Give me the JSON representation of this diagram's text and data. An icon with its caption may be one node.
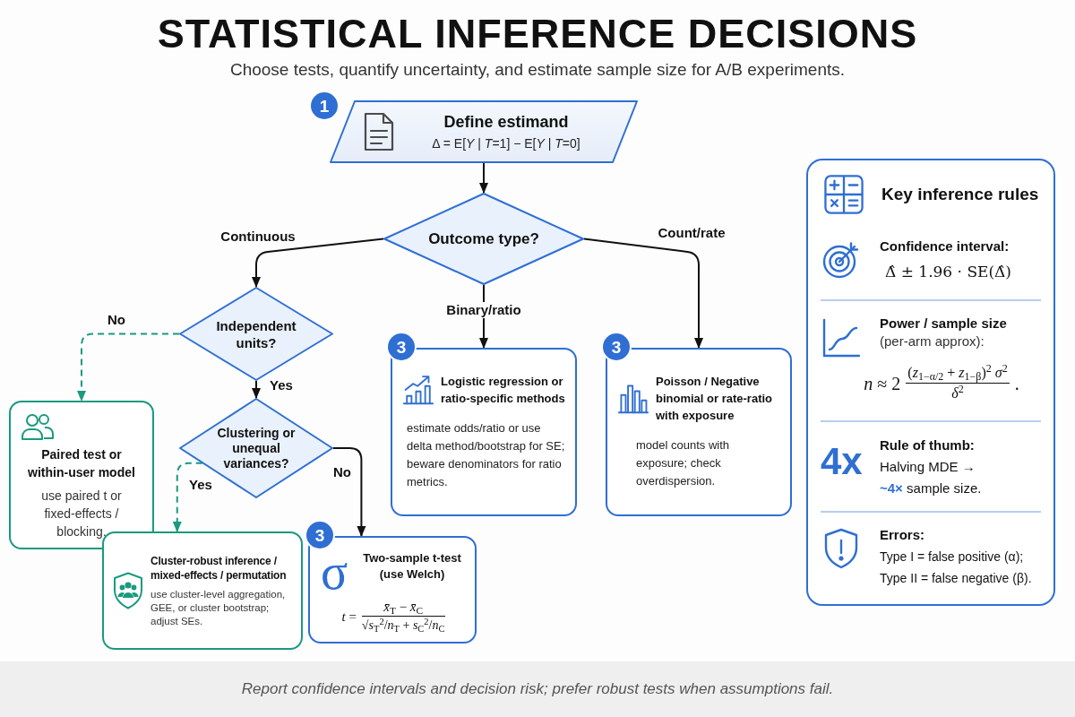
{
  "diagram": {
    "title": "STATISTICAL INFERENCE DECISIONS",
    "caption": "Report confidence intervals and decision risk; prefer robust tests when assumptions fail.",
    "nodes": [
      {
        "text": [
          "Define estimand",
          "Δ = E[*Y* | *T*=1] − E[*Y* | *T*=0]"
        ],
        "beside": [
          "1"
        ]
      },
      {
        "text": [
          "Outcome type?"
        ]
      },
      {
        "text": [
          "Independent units?"
        ]
      },
      {
        "text": [
          "Clustering or unequal variances?"
        ]
      },
      {
        "text": [
          "Paired test or within-user model",
          "use paired t or fixed-effects / blocking."
        ]
      },
      {
        "text": [
          "Cluster-robust inference / mixed-effects / permutation",
          "use cluster-level aggregation, GEE, or cluster bootstrap; adjust SEs."
        ]
      },
      {
        "text": [
          "Two-sample t-test (use Welch)",
          "σ",
          "*t* =",
          "*x̄*$_{T}$ − *x̄*$_{C}$",
          "√*s*$_{T}$$^{2}$/*n*$_{T}$ + *s*$_{C}$$^{2}$/*n*$_{C}$"
        ],
        "beside": [
          "3"
        ]
      },
      {
        "text": [
          "Logistic regression or ratio-specific methods",
          "estimate odds/ratio or use delta method/bootstrap for SE; beware denominators for ratio metrics."
        ],
        "beside": [
          "3"
        ]
      },
      {
        "text": [
          "Poisson / Negative binomial or rate-ratio with exposure",
          "model counts with exposure; check overdispersion."
        ],
        "beside": [
          "3"
        ]
      },
      {
        "text": [
          "Key inference rules",
          "Confidence interval:",
          "Δ̂ ± 1.96 · SE(Δ̂)",
          "Power / sample size",
          "(per-arm approx):",
          "*n* ≈ 2",
          "(*z*$_{1−α/2}$ + *z*$_{1−β}$)$^{2}$ *σ*$^{2}$",
          "*δ*$^{2}$",
          ".",
          "4x",
          "Rule of thumb:",
          "Halving MDE →",
          "**~4×** sample size.",
          "Errors:",
          "Type I = false positive (α);",
          "Type II = false negative (β)."
        ]
      }
    ],
    "edges": [
      {
        "from": 0,
        "to": 1,
        "arrow": "to"
      },
      {
        "from": 1,
        "to": 2,
        "arrow": "to",
        "label": "Continuous"
      },
      {
        "from": 1,
        "to": 7,
        "arrow": "to",
        "label": "Binary/ratio"
      },
      {
        "from": 1,
        "to": 8,
        "arrow": "to",
        "label": "Count/rate"
      },
      {
        "from": 2,
        "to": 4,
        "arrow": "to",
        "label": "No",
        "style": "dashed",
        "color": "#1a9a7e"
      },
      {
        "from": 2,
        "to": 3,
        "arrow": "to",
        "label": "Yes"
      },
      {
        "from": 3,
        "to": 5,
        "arrow": "to",
        "label": "Yes",
        "style": "dashed",
        "color": "#1a9a7e"
      },
      {
        "from": 3,
        "to": 6,
        "arrow": "to",
        "label": "No"
      }
    ],
    "labels": [
      "Choose tests, quantify uncertainty, and estimate sample size for A/B experiments."
    ]
  }
}
